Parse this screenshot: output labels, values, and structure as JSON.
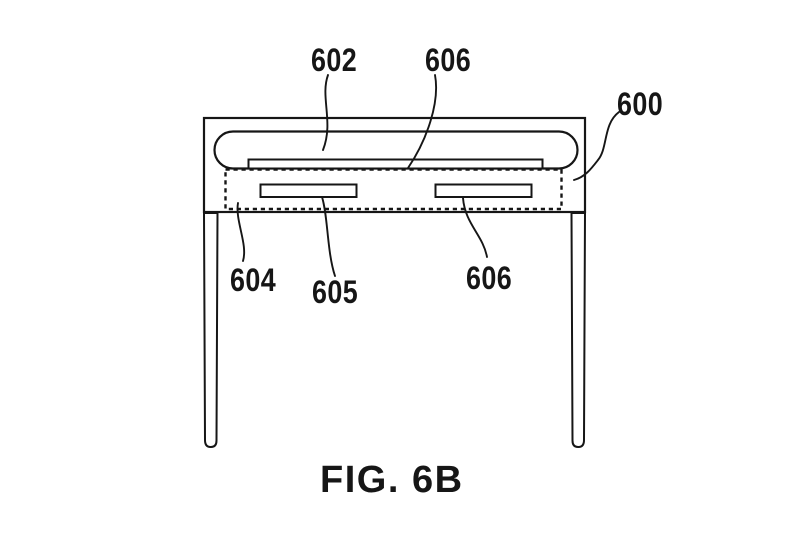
{
  "figure": {
    "caption": "FIG. 6B",
    "type": "patent-line-drawing",
    "subject": "table with embedded display strip and internal components, front elevation view",
    "labels": {
      "l600": "600",
      "l602": "602",
      "l604": "604",
      "l605": "605",
      "l606_top": "606",
      "l606_bottom": "606"
    },
    "callouts": [
      {
        "ref": "600",
        "points_to": "overall table assembly (right edge region)"
      },
      {
        "ref": "602",
        "points_to": "rounded tabletop housing"
      },
      {
        "ref": "606",
        "points_to": "thin strip beneath tabletop"
      },
      {
        "ref": "604",
        "points_to": "dashed internal compartment region"
      },
      {
        "ref": "605",
        "points_to": "left internal component bar"
      },
      {
        "ref": "606",
        "points_to": "right internal component bar"
      }
    ],
    "colors": {
      "line": "#161616",
      "background": "#ffffff"
    }
  }
}
